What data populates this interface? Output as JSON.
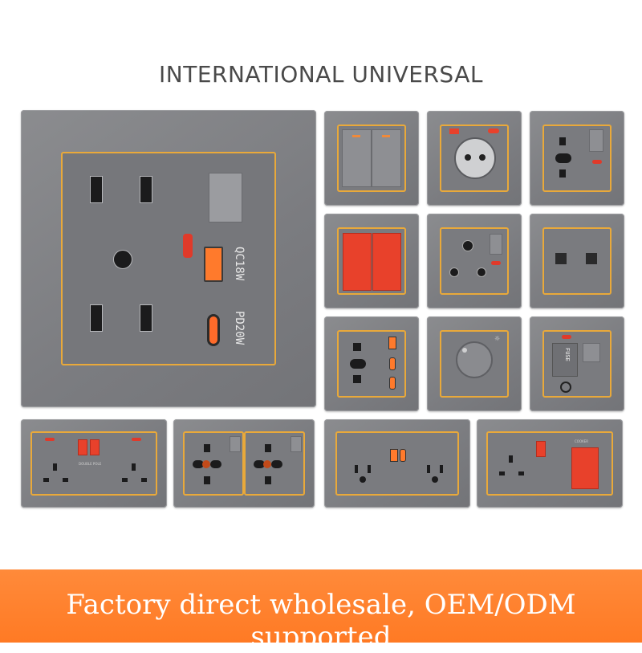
{
  "title": "INTERNATIONAL UNIVERSAL",
  "main_socket": {
    "qc_label": "QC18W",
    "pd_label": "PD20W"
  },
  "fuse_label": "FUSE",
  "double_pole_label": "DOUBLE POLE",
  "cooker_label": "COOKER",
  "banner_text": "Factory direct wholesale, OEM/ODM supported",
  "colors": {
    "plate_grey": "#7b7c80",
    "accent_trim": "#e9a93a",
    "switch_red": "#e8412b",
    "banner_orange": "#ff7a24"
  }
}
